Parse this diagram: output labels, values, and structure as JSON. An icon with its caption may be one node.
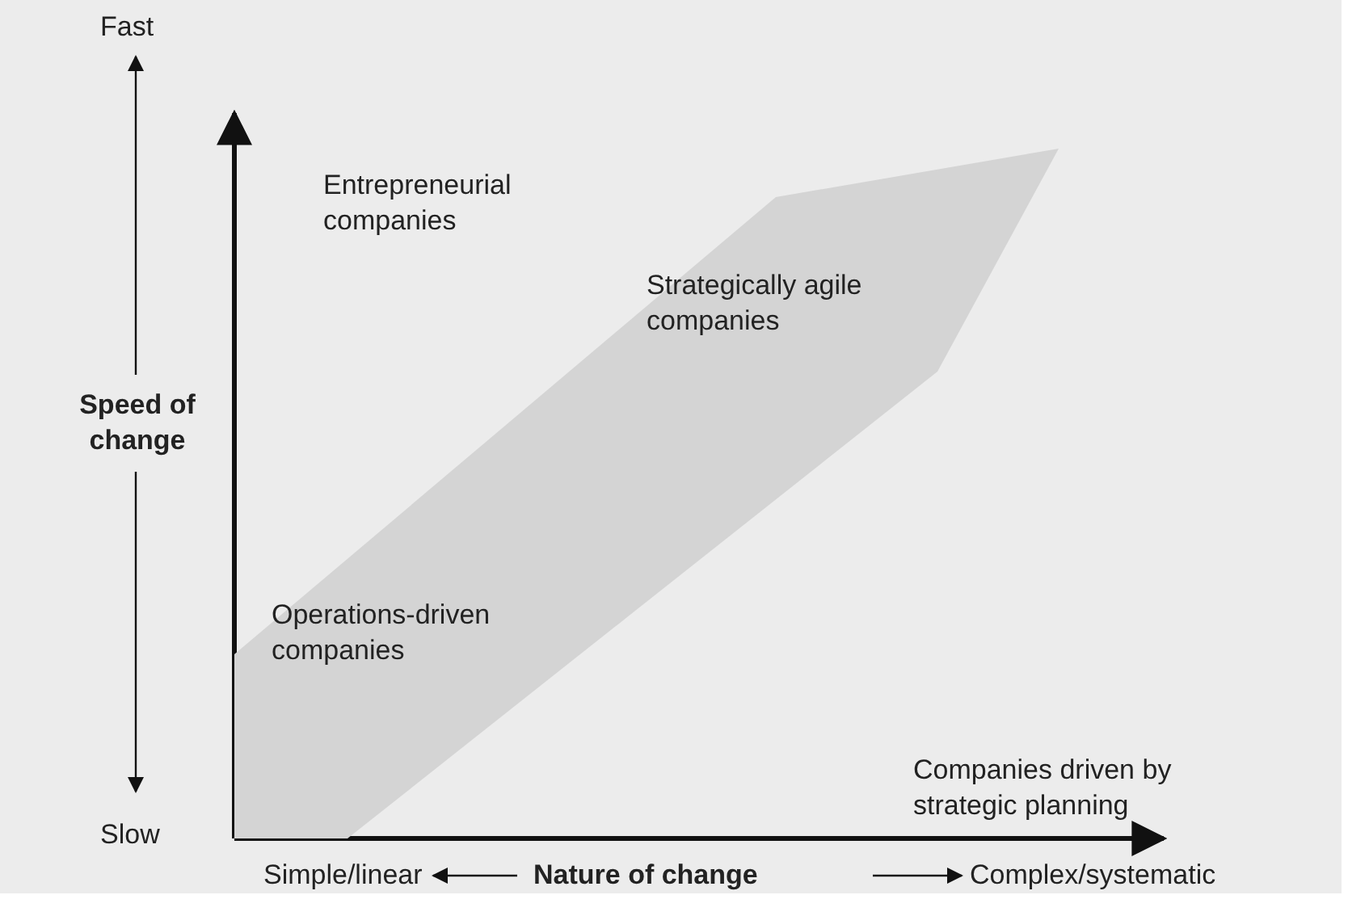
{
  "diagram": {
    "nodes": [
      {
        "text": [
          "Strategically agile companies",
          "Operations-driven companies"
        ]
      }
    ],
    "edges": [],
    "labels": [
      "Fast",
      "Entrepreneurial companies",
      "Speed of change",
      "Companies driven by strategic planning",
      "Slow",
      "Simple/linear",
      "Nature of change",
      "Complex/systematic"
    ]
  }
}
